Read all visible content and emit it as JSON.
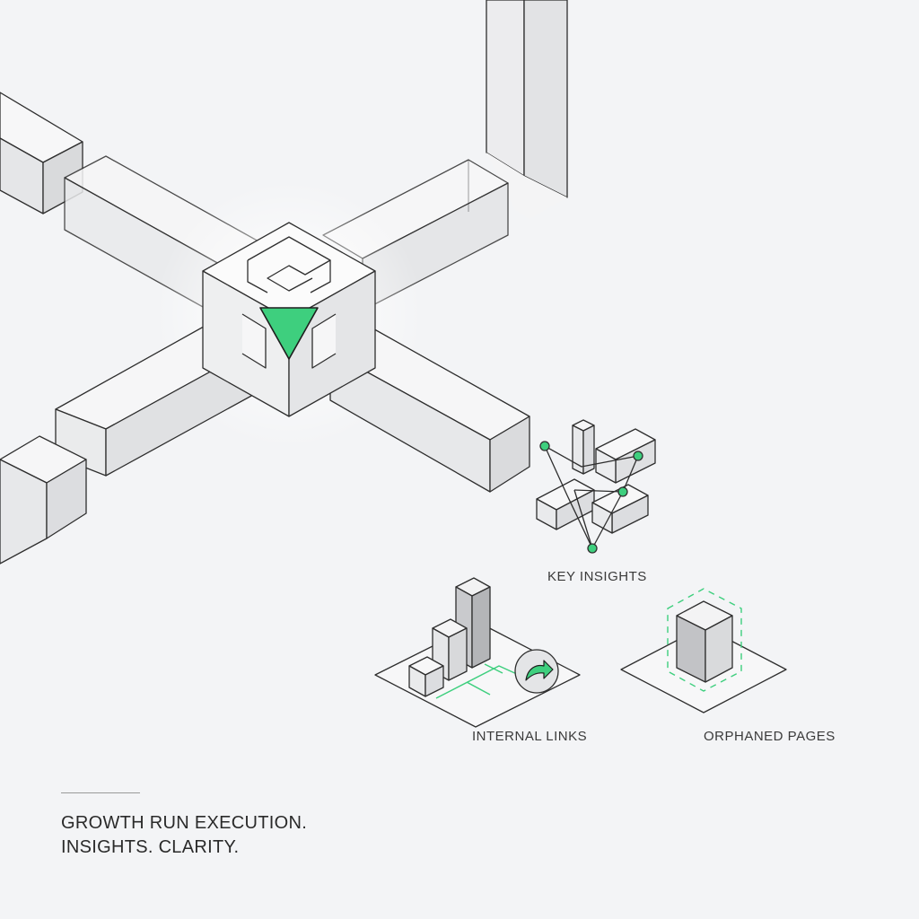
{
  "colors": {
    "background": "#f3f4f6",
    "accent": "#3ecf7e",
    "line": "#2e2e2e",
    "text": "#2a2a2a"
  },
  "labels": {
    "key_insights": "KEY INSIGHTS",
    "internal_links": "INTERNAL LINKS",
    "orphaned_pages": "ORPHANED PAGES"
  },
  "tagline": {
    "line1": "GROWTH RUN EXECUTION.",
    "line2": "INSIGHTS. CLARITY."
  },
  "icons": {
    "hub": "hub-cube-logo-icon",
    "key_insights": "network-blocks-icon",
    "internal_links": "bar-blocks-arrow-icon",
    "orphaned_pages": "isolated-block-icon"
  }
}
